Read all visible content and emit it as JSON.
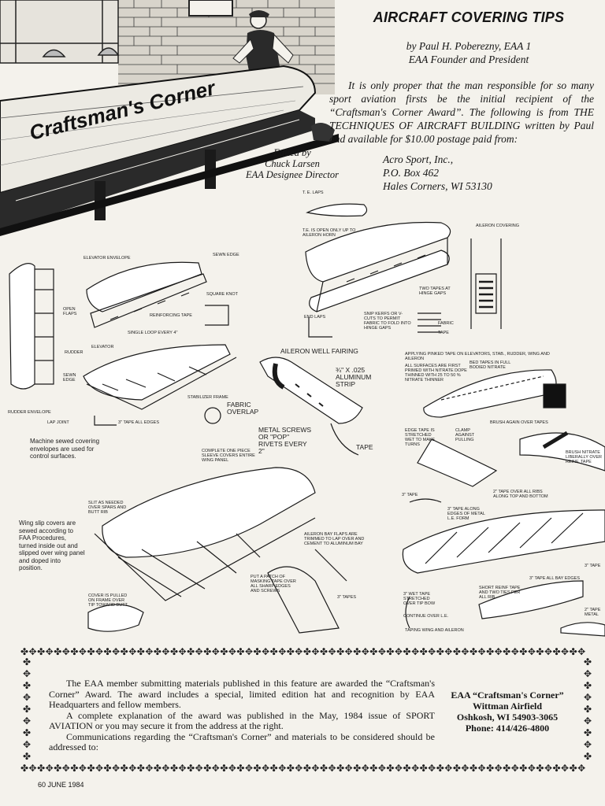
{
  "header": {
    "banner_text": "Craftsman's Corner",
    "title": "AIRCRAFT COVERING TIPS",
    "byline": [
      "by Paul H. Poberezny, EAA 1",
      "EAA Founder and President"
    ],
    "editor": [
      "Edited by",
      "Chuck Larsen",
      "EAA Designee Director"
    ]
  },
  "intro": "It is only proper that the man responsible for so many sport aviation firsts be the initial recipient of the “Craftsman's Corner Award”. The following is from THE TECHNIQUES OF AIRCRAFT BUILDING written by Paul and available for $10.00 postage paid from:",
  "address": [
    "Acro Sport, Inc.,",
    "P.O. Box 462",
    "Hales Corners, WI 53130"
  ],
  "diagram_labels": {
    "te_laps": "T. E. LAPS",
    "te_open": "T.E. IS OPEN ONLY UP TO AILERON HORN",
    "aileron_covering": "AILERON COVERING",
    "elevator_envelope": "ELEVATOR ENVELOPE",
    "sewn_edge": "SEWN EDGE",
    "open_flaps": "OPEN FLAPS",
    "square_knot": "SQUARE KNOT",
    "reinforcing_tape": "REINFORCING TAPE",
    "single_loop": "SINGLE LOOP EVERY 4\"",
    "elevator": "ELEVATOR",
    "rudder": "RUDDER",
    "sewn_edge_2": "SEWN EDGE",
    "rudder_envelope": "RUDDER ENVELOPE",
    "lap_joint": "LAP JOINT",
    "tape_all_edges": "3\" TAPE ALL EDGES",
    "stabilizer_frame": "STABILIZER FRAME",
    "end_laps": "END LAPS",
    "snip_kerfs": "SNIP KERFS OR V-CUTS TO PERMIT FABRIC TO FOLD INTO HINGE GAPS",
    "two_tapes": "TWO TAPES AT HINGE GAPS",
    "fabric": "FABRIC",
    "tape": "TAPE",
    "aileron_well_fairing": "AILERON WELL FAIRING",
    "aluminum_strip": "¾\" x .025 ALUMINUM STRIP",
    "fabric_overlap": "FABRIC OVERLAP",
    "metal_screws": "METAL SCREWS OR \"POP\" RIVETS EVERY 2\"",
    "tape_2": "TAPE",
    "applying_pinked_tape": "APPLYING PINKED TAPE ON ELEVATORS, STAB., RUDDER, WING AND AILERON",
    "bed_tapes": "BED TAPES IN FULL BODIED NITRATE",
    "all_surfaces": "ALL SURFACES ARE FIRST PRIMED WITH NITRATE DOPE THINNED WITH 25 TO 50 % NITRATE THINNER",
    "brush_again": "BRUSH AGAIN OVER TAPES",
    "edge_tape": "EDGE TAPE IS STRETCHED WET TO MAKE TURNS",
    "clamp": "CLAMP AGAINST PULLING",
    "brush_nitrate": "BRUSH NITRATE LIBERALLY OVER REINF. TAPE",
    "complete_sleeve": "COMPLETE ONE PIECE SLEEVE COVERS ENTIRE WING PANEL",
    "slit_as_needed": "SLIT AS NEEDED OVER SPARS AND BUTT RIB",
    "aileron_bay_flaps": "AILERON BAY FLAPS ARE TRIMMED TO LAP OVER AND CEMENT TO ALUMINUM BAY",
    "masking_tape": "PUT A PATCH OF MASKING TAPE OVER ALL SHARP EDGES AND SCREWS",
    "three_tapes": "3\" TAPES",
    "cover_pulled": "COVER IS PULLED ON FRAME OVER TIP TOWARD BUTT",
    "three_tape": "3\" TAPE",
    "three_tape_along": "3\" TAPE ALONG EDGES OF METAL L.E. FORM",
    "two_tape_ribs": "2\" TAPE OVER ALL RIBS ALONG TOP AND BOTTOM",
    "three_tape_bay": "3\" TAPE ALL BAY EDGES",
    "three_wet_tape": "3\" WET TAPE STRETCHED OVER TIP BOW",
    "short_reinf": "SHORT REINF TAPE AND TWO TIES PER ALL RIB",
    "continue_over": "CONTINUE OVER L.E.",
    "taping": "TAPING WING AND AILERON",
    "three_tape_right": "3\" TAPE",
    "two_tape_metal": "2\" TAPE METAL",
    "machine_sewed": "Machine sewed covering envelopes are used for control surfaces.",
    "wing_slip": "Wing slip covers are sewed according to FAA Procedures, turned inside out and slipped over wing panel and doped into position."
  },
  "award": {
    "paragraphs": [
      "The EAA member submitting materials published in this feature are awarded the “Craftsman's Corner” Award. The award includes a special, limited edition hat and recognition by EAA Headquarters and fellow members.",
      "A complete explanation of the award was published in the May, 1984 issue of SPORT AVIATION or you may secure it from the address at the right.",
      "Communications regarding the “Craftsman's Corner” and materials to be considered should be addressed to:"
    ],
    "contact": [
      "EAA “Craftsman's Corner”",
      "Wittman Airfield",
      "Oshkosh, WI 54903-3065",
      "Phone: 414/426-4800"
    ]
  },
  "footer": "60 JUNE 1984",
  "colors": {
    "paper": "#f4f2ec",
    "ink": "#151515"
  }
}
